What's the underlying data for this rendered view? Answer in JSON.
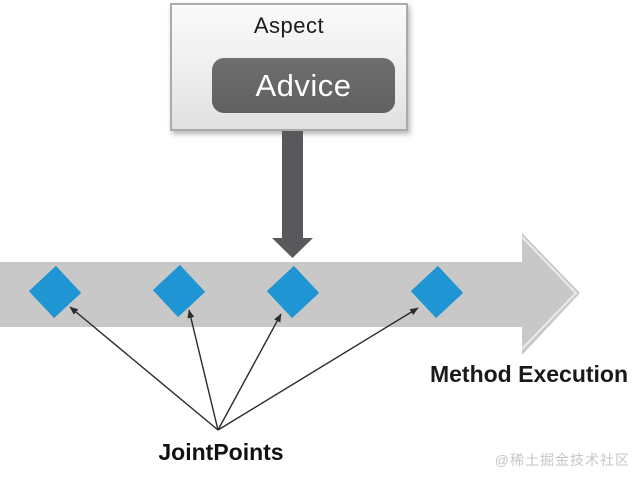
{
  "aspect": {
    "label": "Aspect"
  },
  "advice": {
    "label": "Advice"
  },
  "labels": {
    "method_execution": "Method Execution",
    "jointpoints": "JointPoints"
  },
  "watermark": {
    "text": "@稀土掘金技术社区"
  },
  "jointpoints": {
    "count": 4
  },
  "colors": {
    "diamond_blue": "#2095d3",
    "timeline_gray": "#c8c8c8",
    "flow_arrow_dark": "#58595b",
    "advice_button_bg": "#606060",
    "pointer_line": "#2b2b2b",
    "watermark_gray": "#c6c6c6"
  }
}
